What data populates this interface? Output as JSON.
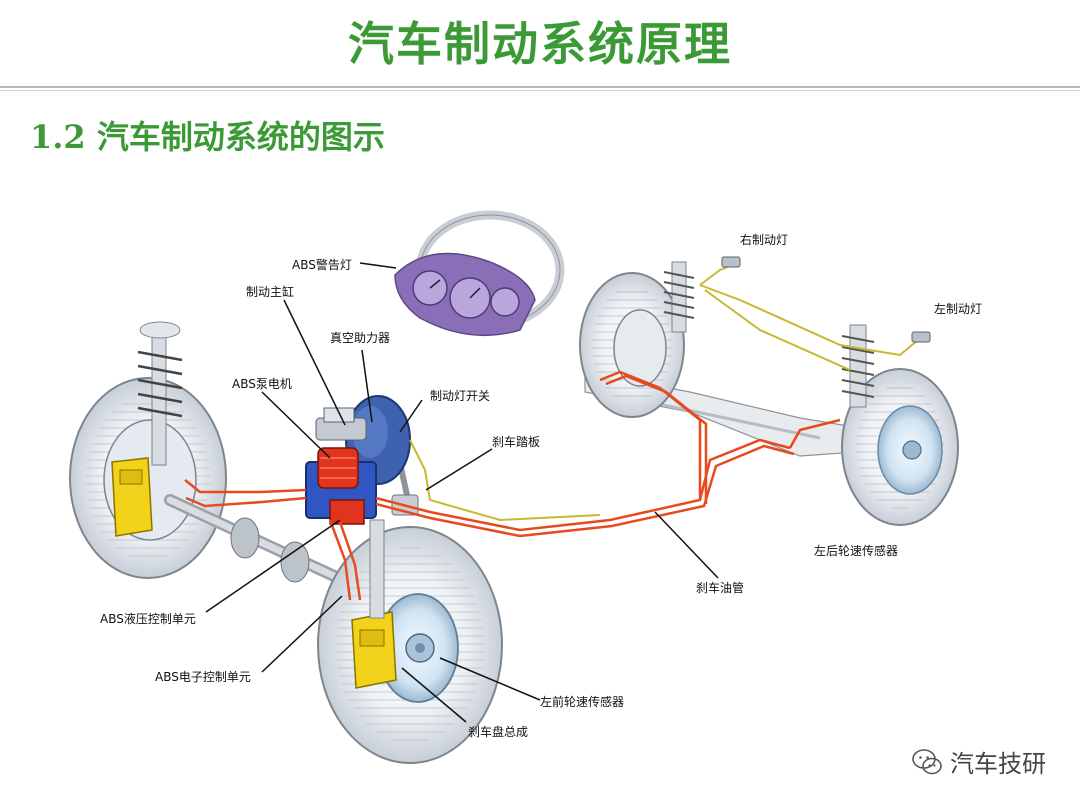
{
  "slide": {
    "title": "汽车制动系统原理",
    "subtitle": "1.2 汽车制动系统的图示"
  },
  "labels": {
    "abs_warning_light": "ABS警告灯",
    "master_cylinder": "制动主缸",
    "vacuum_booster": "真空助力器",
    "abs_pump_motor": "ABS泵电机",
    "brake_light_switch": "制动灯开关",
    "brake_pedal": "刹车踏板",
    "right_brake_light": "右制动灯",
    "left_brake_light": "左制动灯",
    "rear_left_speed_sensor": "左后轮速传感器",
    "brake_line": "刹车油管",
    "abs_hydraulic_unit": "ABS液压控制单元",
    "abs_electronic_unit": "ABS电子控制单元",
    "front_left_speed_sensor": "左前轮速传感器",
    "brake_disc_assembly": "刹车盘总成"
  },
  "watermark": {
    "icon": "wechat-icon",
    "text": "汽车技研"
  },
  "colors": {
    "title_green": "#3c9a36",
    "brake_line_red": "#e84a1e",
    "wiring_yellow": "#c8b830",
    "caliper_yellow": "#f2d21a",
    "cluster_purple": "#8a6fb8"
  }
}
